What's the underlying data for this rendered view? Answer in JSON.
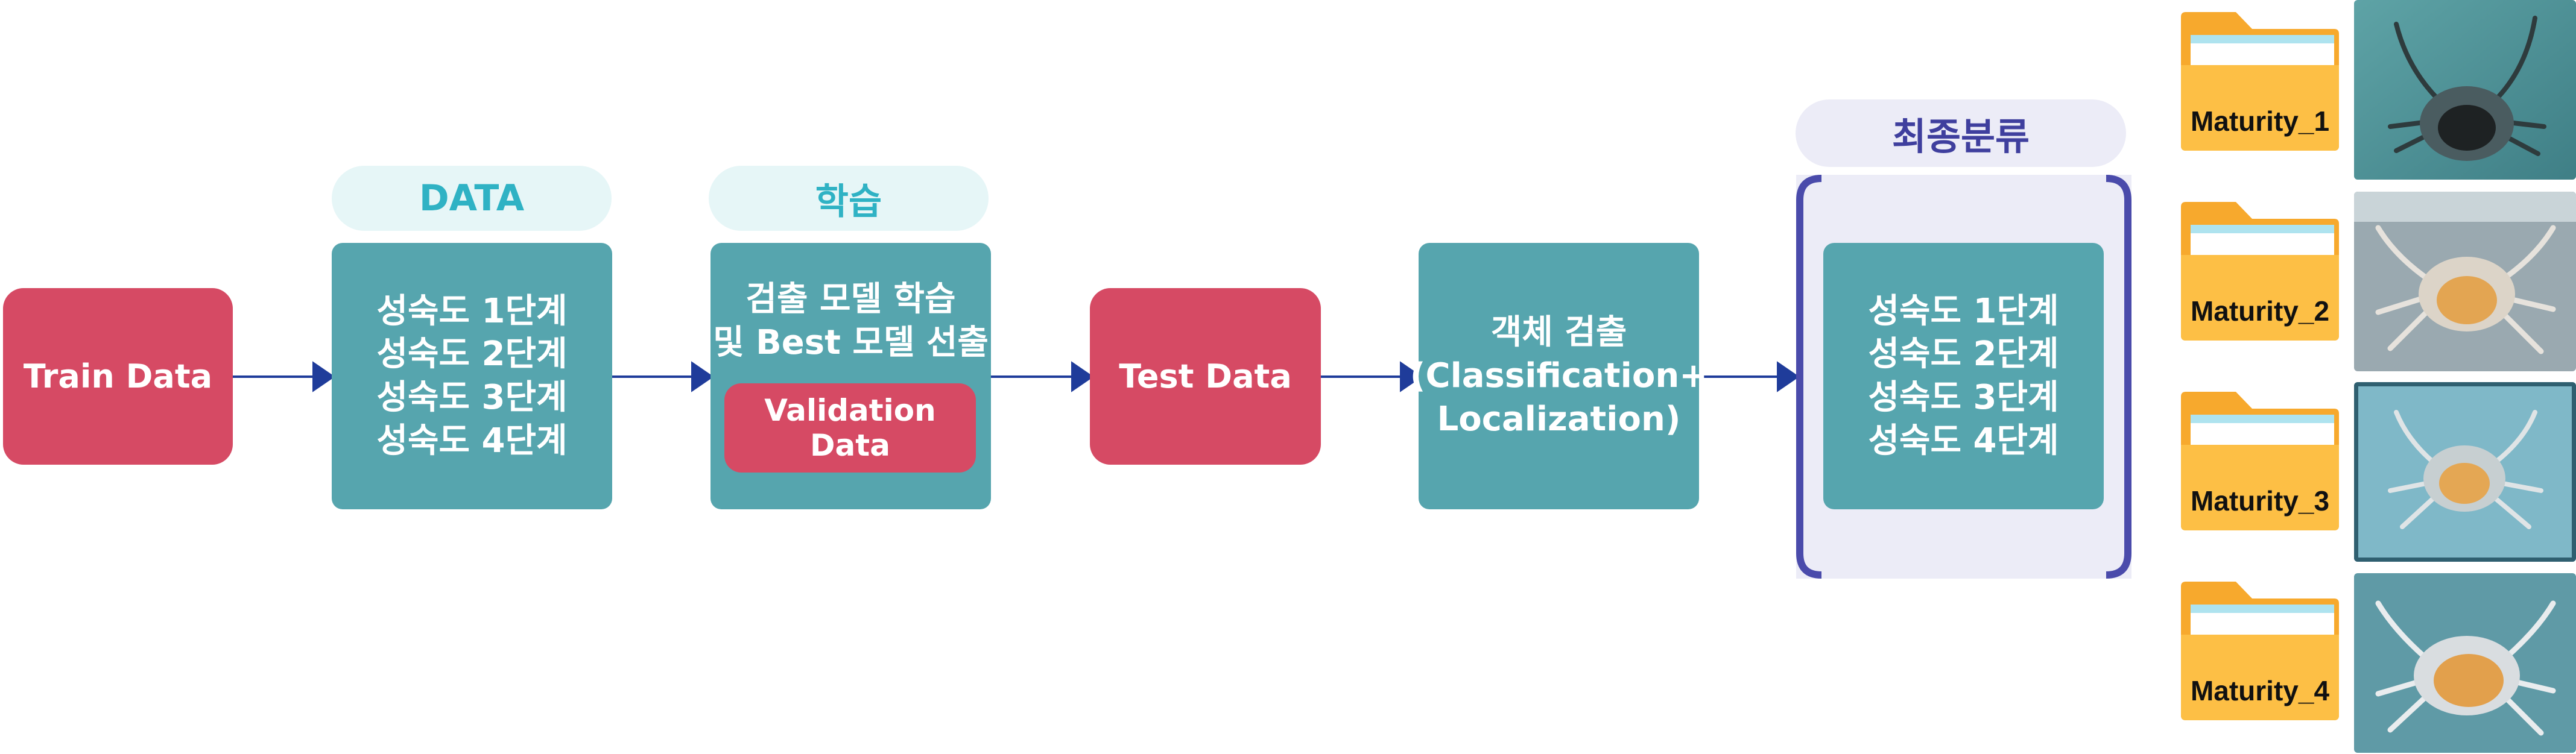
{
  "colors": {
    "red": "#d64a64",
    "teal": "#56a5ae",
    "pill_bg": "#e6f6f7",
    "pill_text": "#2fb2c4",
    "arrow": "#1f3c9a",
    "final_border": "#4a4bab",
    "final_bg": "#ececf7",
    "final_title": "#3f3f9e",
    "folder": "#fdbf45"
  },
  "train": {
    "label": "Train Data"
  },
  "data_stage": {
    "title": "DATA",
    "lines": [
      "성숙도 1단계",
      "성숙도 2단계",
      "성숙도 3단계",
      "성숙도 4단계"
    ]
  },
  "learn_stage": {
    "title": "학습",
    "lines": [
      "검출 모델 학습",
      "및 Best 모델 선출"
    ],
    "validation": "Validation Data"
  },
  "test": {
    "label": "Test Data"
  },
  "detect": {
    "lines": [
      "객체 검출",
      "(Classification+",
      "Localization)"
    ]
  },
  "final": {
    "title": "최종분류",
    "lines": [
      "성숙도 1단계",
      "성숙도 2단계",
      "성숙도 3단계",
      "성숙도 4단계"
    ]
  },
  "folders": [
    {
      "label": "Maturity_1",
      "icon": "folder-icon"
    },
    {
      "label": "Maturity_2",
      "icon": "folder-icon"
    },
    {
      "label": "Maturity_3",
      "icon": "folder-icon"
    },
    {
      "label": "Maturity_4",
      "icon": "folder-icon"
    }
  ]
}
